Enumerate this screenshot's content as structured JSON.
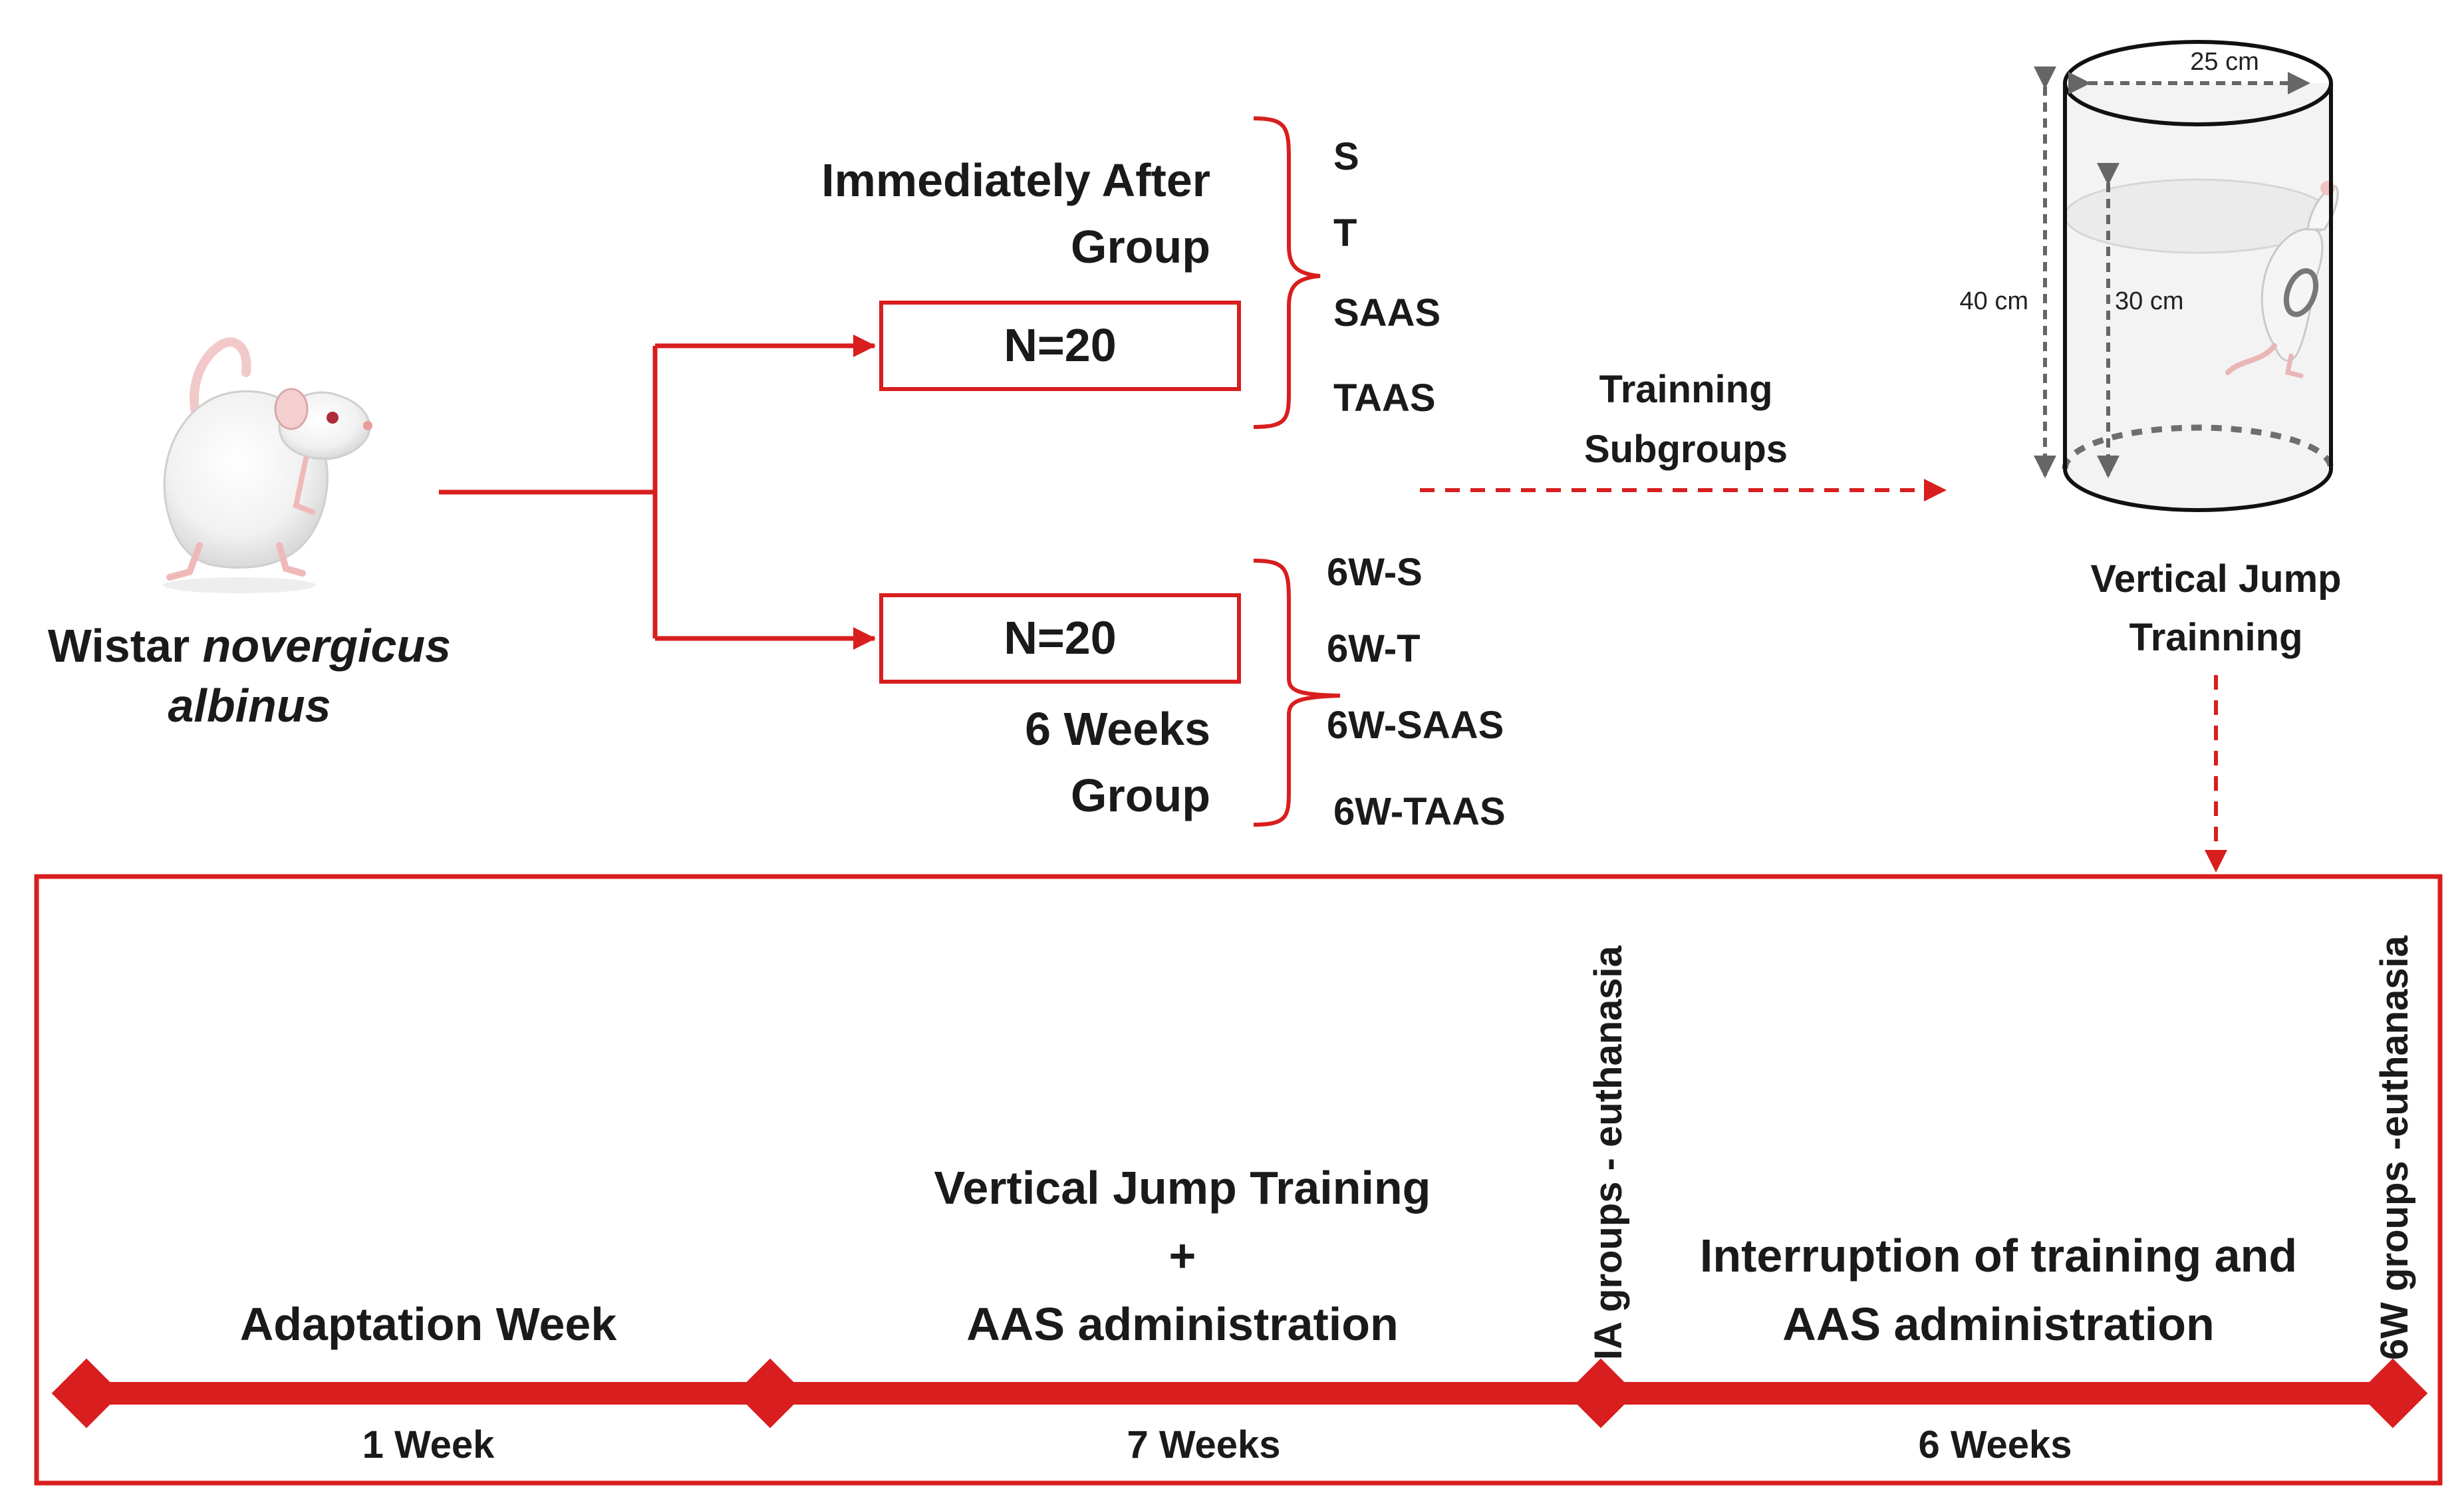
{
  "colors": {
    "accent": "#d81e1e",
    "text": "#1a1a1a",
    "dashed_gray": "#6e6e6e"
  },
  "subject": {
    "name_plain": "Wistar ",
    "name_italic_1": "novergicus",
    "name_italic_2": "albinus",
    "icon": "rat-image"
  },
  "groups": [
    {
      "n_label": "N=20",
      "title_line1": "Immediately After",
      "title_line2": "Group",
      "subgroups": [
        "S",
        "T",
        "SAAS",
        "TAAS"
      ]
    },
    {
      "n_label": "N=20",
      "title_line1": "6 Weeks",
      "title_line2": "Group",
      "subgroups": [
        "6W-S",
        "6W-T",
        "6W-SAAS",
        "6W-TAAS"
      ]
    }
  ],
  "subgroups_caption": {
    "line1": "Trainning",
    "line2": "Subgroups"
  },
  "apparatus": {
    "diameter": "25 cm",
    "height_total": "40 cm",
    "height_target": "30 cm",
    "caption_line1": "Vertical Jump",
    "caption_line2": "Trainning",
    "icon": "cylinder-jump-apparatus"
  },
  "timeline": {
    "phases": [
      {
        "title_lines": [
          "Adaptation Week"
        ],
        "duration": "1 Week"
      },
      {
        "title_lines": [
          "Vertical Jump Training",
          "+",
          "AAS administration"
        ],
        "duration": "7 Weeks"
      },
      {
        "title_lines": [
          "Interruption of training and",
          "AAS administration"
        ],
        "duration": "6 Weeks"
      }
    ],
    "milestones": [
      "IA groups - euthanasia",
      "6W groups -euthanasia"
    ]
  }
}
